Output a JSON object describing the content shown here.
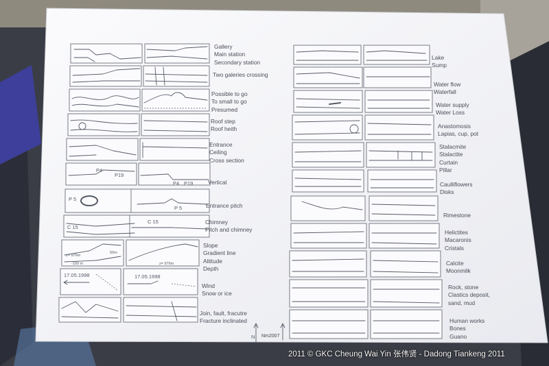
{
  "left_column": [
    {
      "label": "Gallery\nMain station\nSecondary station"
    },
    {
      "label": "Two galeries crossing"
    },
    {
      "label": "Possible to go\nTo small to go\nPresumed"
    },
    {
      "label": "Roof step\nRoof heith"
    },
    {
      "label": "Entrance\nCeiling\nCross section"
    },
    {
      "label": "Vertical"
    },
    {
      "label": "Entrance pitch"
    },
    {
      "label": "Chimney\nPitch and chimney"
    },
    {
      "label": "Slope\nGradient line\nAltitude\nDepth"
    },
    {
      "label": "Wind\nSnow or ice"
    },
    {
      "label": "Join, fault, fracutre\nFracture inclinated"
    }
  ],
  "right_column": [
    {
      "label": "Lake\nSump"
    },
    {
      "label": "Water flow\nWaterfall"
    },
    {
      "label": "Water supply\nWater Loss"
    },
    {
      "label": "Anastomosis\nLapias, cup, pot"
    },
    {
      "label": "Stalacmite\nStalactite\nCurtain\nPillar"
    },
    {
      "label": "Caulliflowers\nDisks"
    },
    {
      "label": "Rimestone"
    },
    {
      "label": "Helictites\nMacaronis\nCristals"
    },
    {
      "label": "Calcite\nMoonmilk"
    },
    {
      "label": "Rock, stone\nClastics deposit,\nsand, mud"
    },
    {
      "label": "Human works\nBones\nGuano"
    }
  ],
  "symbol_text": {
    "p4": "P4",
    "p19": "P19",
    "p5": "P 5",
    "c15": "C 15",
    "alt": "z= 976m",
    "depth": "-100 m",
    "slope": "50m",
    "date": "17.05.1998"
  },
  "north_arrow": "Nm2007",
  "credit": "2011 © GKC Cheung Wai Yin 张伟贤 - Dadong Tiankeng 2011",
  "colors": {
    "paper": "#f4f4f7",
    "ink": "#555a66",
    "table": "#3b3d46",
    "binder": "#3d3f9a",
    "water": "#2f63b0"
  }
}
